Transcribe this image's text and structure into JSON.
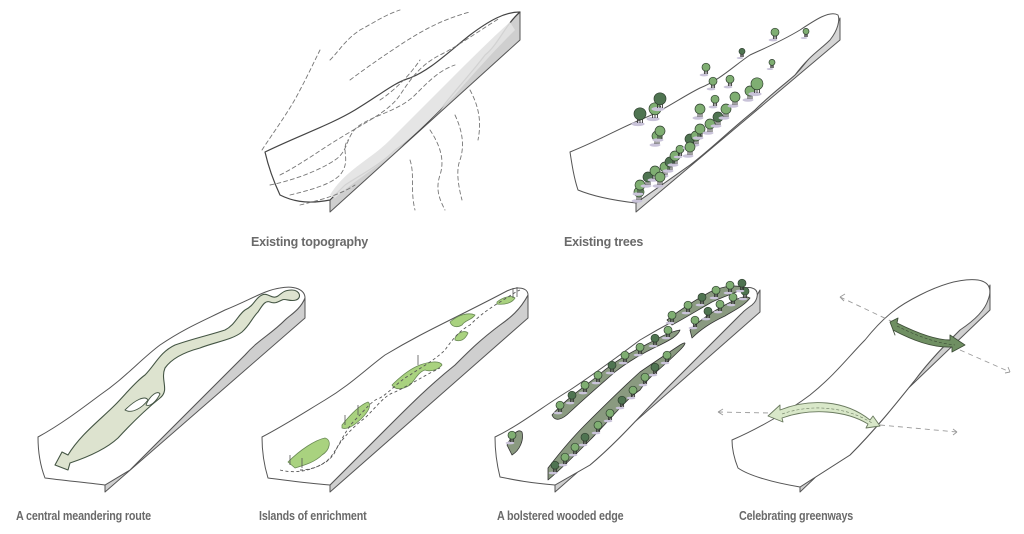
{
  "figure": {
    "panels": [
      {
        "id": "existing-topography",
        "caption": "Existing topography",
        "row": 1
      },
      {
        "id": "existing-trees",
        "caption": "Existing trees",
        "row": 1
      },
      {
        "id": "central-meandering-route",
        "caption": "A central meandering route",
        "row": 2
      },
      {
        "id": "islands-of-enrichment",
        "caption": "Islands of enrichment",
        "row": 2
      },
      {
        "id": "bolstered-wooded-edge",
        "caption": "A bolstered wooded edge",
        "row": 2
      },
      {
        "id": "celebrating-greenways",
        "caption": "Celebrating greenways",
        "row": 2
      }
    ],
    "colors": {
      "background": "#ffffff",
      "outline": "#555555",
      "side_face": "#cfcfcf",
      "caption_text": "#6a6a6a",
      "tree_light": "#7fae72",
      "tree_dark": "#4f7451",
      "tree_shadow": "#c9c3d9",
      "route_fill": "#dde3cf",
      "island_fill": "#a9d27f",
      "greenway_dark": "#6f8f62",
      "greenway_light": "#d9e8c9",
      "dashed_line": "#9a9a9a"
    }
  }
}
